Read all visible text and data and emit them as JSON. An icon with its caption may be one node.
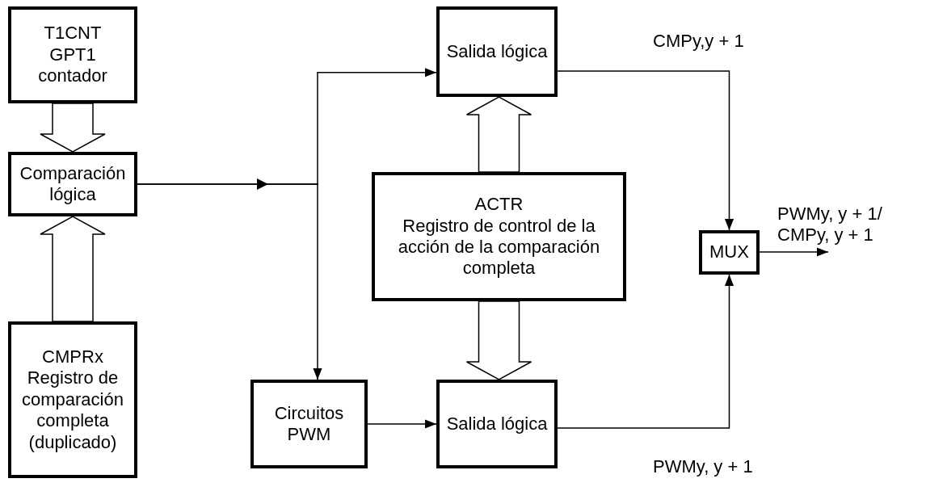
{
  "diagram": {
    "nodes": [
      {
        "text": [
          "T1CNT",
          "GPT1",
          "contador"
        ]
      },
      {
        "text": [
          "Comparación lógica"
        ]
      },
      {
        "text": [
          "CMPRx",
          "Registro de comparación completa (duplicado)"
        ]
      },
      {
        "text": [
          "Salida lógica"
        ]
      },
      {
        "text": [
          "ACTR",
          "Registro de control de la acción de la comparación completa"
        ]
      },
      {
        "text": [
          "MUX"
        ]
      },
      {
        "text": [
          "Circuitos PWM"
        ]
      },
      {
        "text": [
          "Salida lógica"
        ]
      },
      {
        "text": [
          "PWMy, y + 1/ CMPy, y + 1"
        ]
      }
    ],
    "edges": [
      {
        "from": 0,
        "to": 1,
        "arrow": "to",
        "style": "thick"
      },
      {
        "from": 2,
        "to": 1,
        "arrow": "to",
        "style": "thick"
      },
      {
        "from": 4,
        "to": 3,
        "arrow": "to",
        "style": "thick"
      },
      {
        "from": 4,
        "to": 7,
        "arrow": "to",
        "style": "thick"
      },
      {
        "from": 1,
        "to": 3,
        "arrow": "to"
      },
      {
        "from": 1,
        "to": 6,
        "arrow": "to"
      },
      {
        "from": 6,
        "to": 7,
        "arrow": "to"
      },
      {
        "from": 3,
        "to": 5,
        "arrow": "to"
      },
      {
        "from": 7,
        "to": 5,
        "arrow": "to"
      },
      {
        "from": 5,
        "to": 8,
        "arrow": "to"
      }
    ],
    "labels": [
      "CMPy,y + 1",
      "PWMy, y + 1"
    ]
  }
}
